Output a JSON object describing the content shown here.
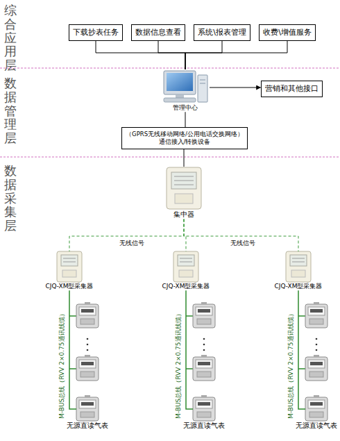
{
  "diagram": {
    "nodes": [
      {
        "text": [
          "下载抄表任务"
        ]
      },
      {
        "text": [
          "数据信息查看"
        ]
      },
      {
        "text": [
          "系统\\报表管理"
        ]
      },
      {
        "text": [
          "收费\\增值服务"
        ]
      },
      {
        "text": [
          "管理中心"
        ]
      },
      {
        "text": [
          "营销和其他接口"
        ]
      },
      {
        "text": [
          "（GPRS无线移动网络/公用电话交换网络）",
          "通信接入/转换设备"
        ]
      },
      {
        "text": [
          "集中器"
        ]
      },
      {
        "text": [
          "CJQ-XM型采集器"
        ]
      },
      {
        "text": [
          "CJQ-XM型采集器"
        ]
      },
      {
        "text": [
          "CJQ-XM型采集器"
        ]
      },
      {
        "text": [
          "无源直读气表"
        ]
      },
      {
        "text": [
          "无源直读气表"
        ]
      },
      {
        "text": [
          "无源直读气表"
        ]
      }
    ],
    "edges": [
      {
        "from": 0,
        "to": 4,
        "arrow": "none"
      },
      {
        "from": 1,
        "to": 4,
        "arrow": "none"
      },
      {
        "from": 2,
        "to": 4,
        "arrow": "none"
      },
      {
        "from": 3,
        "to": 4,
        "arrow": "none"
      },
      {
        "from": 4,
        "to": 5,
        "arrow": "to"
      },
      {
        "from": 4,
        "to": 6,
        "arrow": "none"
      },
      {
        "from": 6,
        "to": 7,
        "arrow": "none"
      },
      {
        "from": 7,
        "to": 8,
        "arrow": "none"
      },
      {
        "from": 7,
        "to": 9,
        "arrow": "none"
      },
      {
        "from": 7,
        "to": 10,
        "arrow": "none"
      },
      {
        "from": 8,
        "to": 11,
        "arrow": "none"
      },
      {
        "from": 9,
        "to": 12,
        "arrow": "none"
      },
      {
        "from": 10,
        "to": 13,
        "arrow": "none"
      }
    ],
    "labels": [
      "综合应用层",
      "数据管理层",
      "数据采集层",
      "无线信号",
      "无线信号",
      "M-BUS总线（RVV 2×0.75通讯线缆）",
      "M-BUS总线（RVV 2×0.75通讯线缆）",
      "M-BUS总线（RVV 2×0.75通讯线缆）"
    ]
  }
}
